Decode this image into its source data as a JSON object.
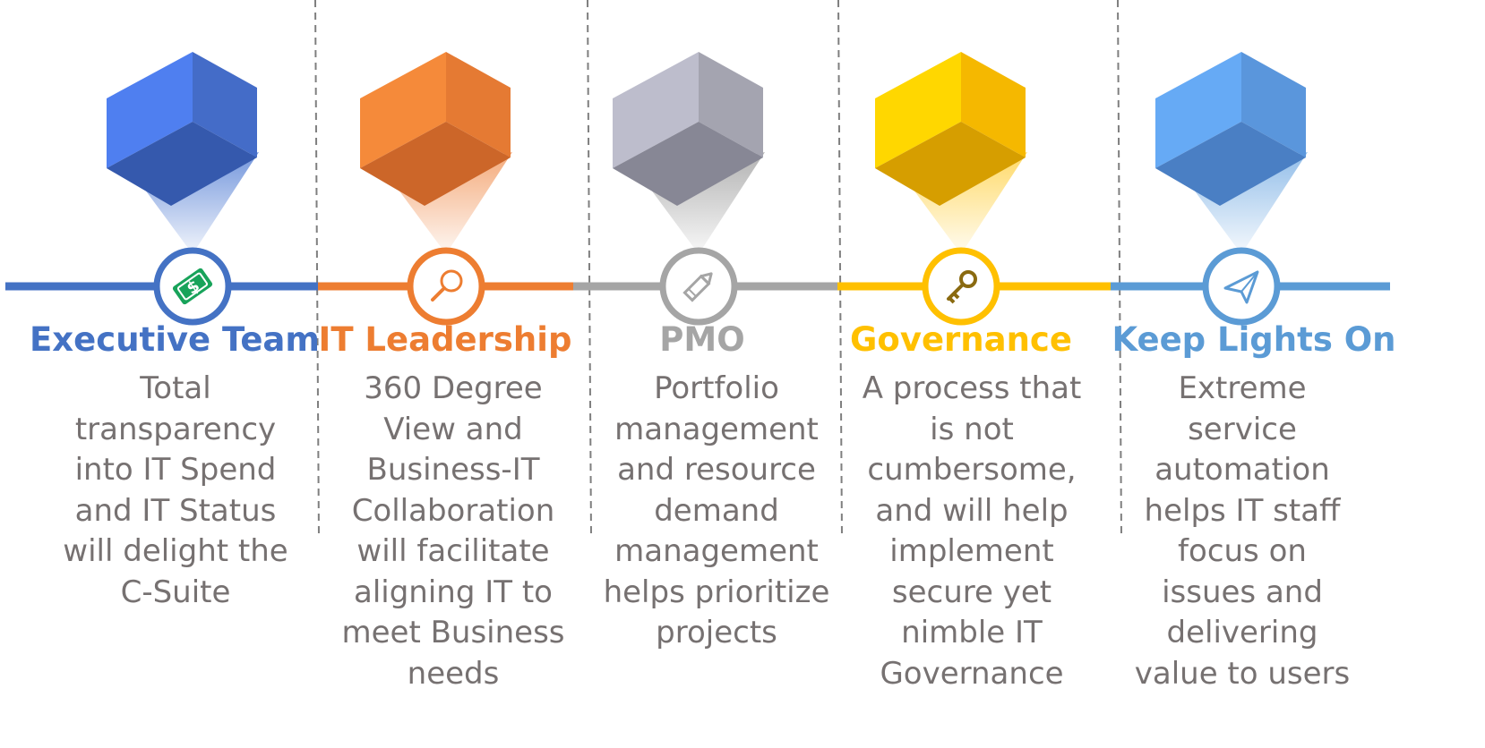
{
  "colors": {
    "text_gray": "#767171",
    "divider": "#7f7f7f"
  },
  "stages": [
    {
      "title": "Executive Team",
      "description": "Total\ntransparency\ninto IT Spend\nand IT Status\nwill delight the\nC-Suite",
      "icon": "money-icon",
      "color": "#4472c4",
      "cube": {
        "left": "#4f7ff0",
        "right": "#446cc8",
        "bottom": "#3559ad",
        "beam": "#5b84d6"
      }
    },
    {
      "title": "IT Leadership",
      "description": "360 Degree\nView and\nBusiness-IT\nCollaboration\nwill facilitate\naligning IT to\nmeet Business\nneeds",
      "icon": "magnifier-icon",
      "color": "#ed7d31",
      "cube": {
        "left": "#f58a3a",
        "right": "#e57a33",
        "bottom": "#cc6629",
        "beam": "#f29b63"
      }
    },
    {
      "title": "PMO",
      "description": "Portfolio\nmanagement\nand resource\ndemand\nmanagement\nhelps prioritize\nprojects",
      "icon": "pencil-icon",
      "color": "#a5a5a5",
      "cube": {
        "left": "#bdbdcc",
        "right": "#a4a4b0",
        "bottom": "#878795",
        "beam": "#a5a5a5"
      }
    },
    {
      "title": "Governance",
      "description": "A process that\nis not\ncumbersome,\nand will help\nimplement\nsecure yet\nnimble IT\nGovernance",
      "icon": "key-icon",
      "color": "#ffc000",
      "cube": {
        "left": "#ffd700",
        "right": "#f5b800",
        "bottom": "#d69e00",
        "beam": "#ffd34d"
      }
    },
    {
      "title": "Keep Lights On",
      "description": "Extreme\nservice\nautomation\nhelps IT staff\nfocus on\nissues and\ndelivering\nvalue to users",
      "icon": "paper-plane-icon",
      "color": "#5b9bd5",
      "cube": {
        "left": "#66aaf5",
        "right": "#5a96dc",
        "bottom": "#4a7fc4",
        "beam": "#7fb2e5"
      }
    }
  ]
}
